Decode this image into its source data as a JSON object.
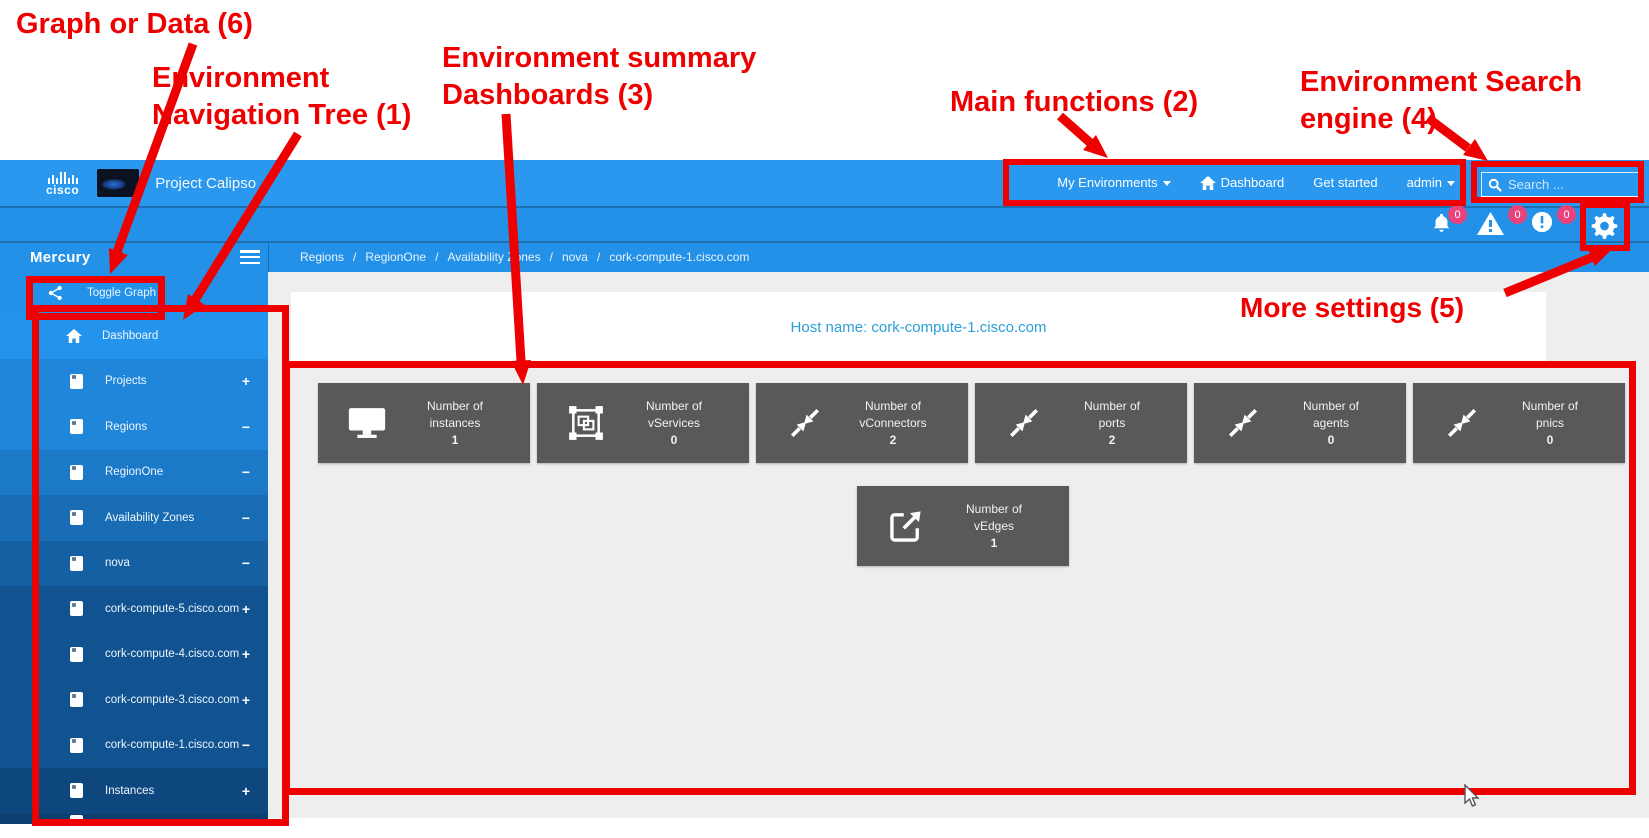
{
  "annotations": {
    "graph_or_data": "Graph or Data (6)",
    "nav_tree_1": "Environment",
    "nav_tree_2": "Navigation Tree (1)",
    "summary_1": "Environment summary",
    "summary_2": "Dashboards (3)",
    "main_functions": "Main functions (2)",
    "search_1": "Environment Search",
    "search_2": "engine (4)",
    "more_settings": "More settings (5)",
    "color": "#ee0000"
  },
  "header": {
    "logo": "cisco",
    "brand": "Project Calipso",
    "nav": [
      {
        "label": "My Environments"
      },
      {
        "label": "Dashboard"
      },
      {
        "label": "Get started"
      },
      {
        "label": "admin"
      }
    ],
    "search_placeholder": "Search ..."
  },
  "notification_bar": {
    "badges": [
      {
        "icon": "bell",
        "count": "0"
      },
      {
        "icon": "warning-triangle",
        "count": "0"
      },
      {
        "icon": "error-circle",
        "count": "0"
      }
    ]
  },
  "sidebar": {
    "title": "Mercury",
    "toggle_graph": "Toggle Graph",
    "tree": [
      {
        "label": "Dashboard",
        "icon": "home",
        "expander": ""
      },
      {
        "label": "Projects",
        "icon": "doc",
        "expander": "+"
      },
      {
        "label": "Regions",
        "icon": "doc",
        "expander": "−"
      },
      {
        "label": "RegionOne",
        "icon": "doc",
        "expander": "−"
      },
      {
        "label": "Availability Zones",
        "icon": "doc",
        "expander": "−"
      },
      {
        "label": "nova",
        "icon": "doc",
        "expander": "−"
      },
      {
        "label": "cork-compute-5.cisco.com",
        "icon": "doc",
        "expander": "+"
      },
      {
        "label": "cork-compute-4.cisco.com",
        "icon": "doc",
        "expander": "+"
      },
      {
        "label": "cork-compute-3.cisco.com",
        "icon": "doc",
        "expander": "+"
      },
      {
        "label": "cork-compute-1.cisco.com",
        "icon": "doc",
        "expander": "−"
      },
      {
        "label": "Instances",
        "icon": "doc",
        "expander": "+"
      }
    ]
  },
  "breadcrumb": {
    "separator": "/",
    "items": [
      "Regions",
      "RegionOne",
      "Availability Zones",
      "nova",
      "cork-compute-1.cisco.com"
    ]
  },
  "main": {
    "host_title": "Host name: cork-compute-1.cisco.com",
    "tiles": [
      {
        "icon": "monitor",
        "line1": "Number of",
        "line2": "instances",
        "value": "1"
      },
      {
        "icon": "vservice-frame",
        "line1": "Number of",
        "line2": "vServices",
        "value": "0"
      },
      {
        "icon": "compress-arrows",
        "line1": "Number of",
        "line2": "vConnectors",
        "value": "2"
      },
      {
        "icon": "compress-arrows",
        "line1": "Number of",
        "line2": "ports",
        "value": "2"
      },
      {
        "icon": "compress-arrows",
        "line1": "Number of",
        "line2": "agents",
        "value": "0"
      },
      {
        "icon": "compress-arrows",
        "line1": "Number of",
        "line2": "pnics",
        "value": "0"
      },
      {
        "icon": "external-link",
        "line1": "Number of",
        "line2": "vEdges",
        "value": "1"
      }
    ]
  },
  "colors": {
    "accent_blue": "#2493eb",
    "badge_pink": "#e8437c",
    "tile_gray": "#59595b",
    "annotation_red": "#ee0000",
    "host_title_blue": "#2b9fd8"
  }
}
